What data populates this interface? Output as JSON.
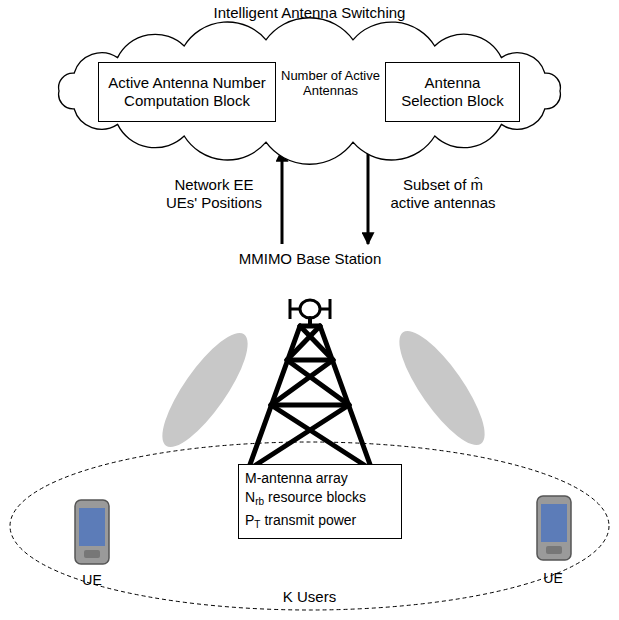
{
  "diagram": {
    "nodes": [
      {
        "text": [
          "Intelligent Antenna Switching"
        ]
      },
      {
        "text": [
          "Active Antenna Number Computation Block"
        ],
        "in": 0
      },
      {
        "text": [
          "Antenna Selection Block"
        ],
        "in": 0
      },
      {
        "text": [
          "MMIMO Base Station"
        ]
      },
      {
        "text": [
          "M-antenna array",
          "N",
          "rb",
          "resource blocks",
          "P",
          "T",
          "transmit power"
        ]
      },
      {
        "text": [
          "K Users"
        ]
      }
    ],
    "edges": [
      {
        "from": 1,
        "to": 2,
        "label": "Number of Active Antennas",
        "arrow": "to"
      },
      {
        "from": 3,
        "to": 0,
        "label": "Network EE UEs' Positions",
        "arrow": "to"
      },
      {
        "from": 0,
        "to": 3,
        "label": "Subset of m̂ active antennas",
        "arrow": "to"
      }
    ],
    "labels": [
      "UE",
      "UE"
    ]
  }
}
